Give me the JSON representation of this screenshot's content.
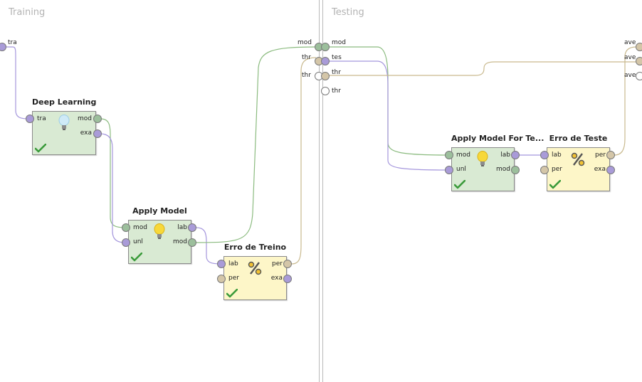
{
  "panels": {
    "training": {
      "title": "Training"
    },
    "testing": {
      "title": "Testing"
    }
  },
  "training_ports": {
    "input": "tra",
    "out1": "mod",
    "out2": "thr",
    "out3": "thr"
  },
  "testing_ports": {
    "in1": "mod",
    "in2": "tes",
    "in3": "thr",
    "in4": "thr",
    "out1": "ave",
    "out2": "ave",
    "out3": "ave"
  },
  "operators": {
    "deep_learning": {
      "title": "Deep Learning",
      "in": [
        "tra"
      ],
      "out": [
        "mod",
        "exa"
      ]
    },
    "apply_model": {
      "title": "Apply Model",
      "in": [
        "mod",
        "unl"
      ],
      "out": [
        "lab",
        "mod"
      ]
    },
    "erro_treino": {
      "title": "Erro de Treino",
      "in": [
        "lab",
        "per"
      ],
      "out": [
        "per",
        "exa"
      ]
    },
    "apply_model_test": {
      "title": "Apply Model For Te...",
      "in": [
        "mod",
        "unl"
      ],
      "out": [
        "lab",
        "mod"
      ]
    },
    "erro_teste": {
      "title": "Erro de Teste",
      "in": [
        "lab",
        "per"
      ],
      "out": [
        "per",
        "exa"
      ]
    }
  },
  "colors": {
    "model_wire": "#8bbb7f",
    "example_wire": "#a597dd",
    "performance_wire": "#c9b98e",
    "operator_green": "#d9ead3",
    "operator_yellow": "#fdf6c8",
    "check": "#3a9a3a"
  },
  "icons": {
    "deep_learning": "lightbulb-blue-icon",
    "apply_model": "lightbulb-yellow-icon",
    "performance": "percent-icon",
    "status": "checkmark-icon"
  }
}
